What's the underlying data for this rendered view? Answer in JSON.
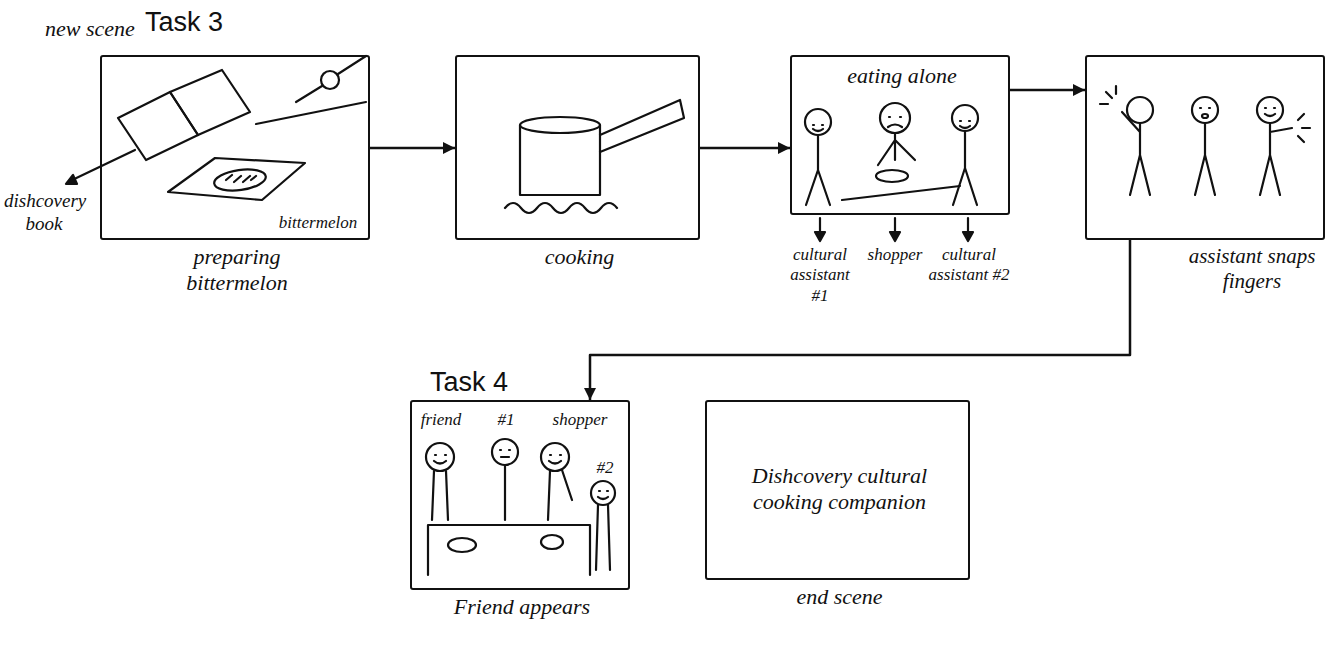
{
  "diagram": {
    "nodes": [
      {
        "text": [
          "preparing bittermelon"
        ]
      },
      {
        "text": [
          "cooking"
        ]
      },
      {
        "text": [
          "eating alone"
        ]
      },
      {
        "text": [
          "assistant snaps fingers"
        ]
      },
      {
        "text": [
          "Friend appears"
        ]
      },
      {
        "text": [
          "Dishcovery cultural cooking companion",
          "end scene"
        ]
      }
    ],
    "edges": [
      {
        "from": 0,
        "to": 1,
        "arrow": "to"
      },
      {
        "from": 1,
        "to": 2,
        "arrow": "to"
      },
      {
        "from": 2,
        "to": 3,
        "arrow": "to"
      },
      {
        "from": 3,
        "to": 4,
        "arrow": "to"
      }
    ],
    "labels": [
      "new scene",
      "Task 3",
      "Task 4",
      "dishcovery book",
      "bittermelon",
      "cultural assistant #1",
      "shopper",
      "cultural assistant #2",
      "friend",
      "#1",
      "shopper",
      "#2"
    ]
  }
}
